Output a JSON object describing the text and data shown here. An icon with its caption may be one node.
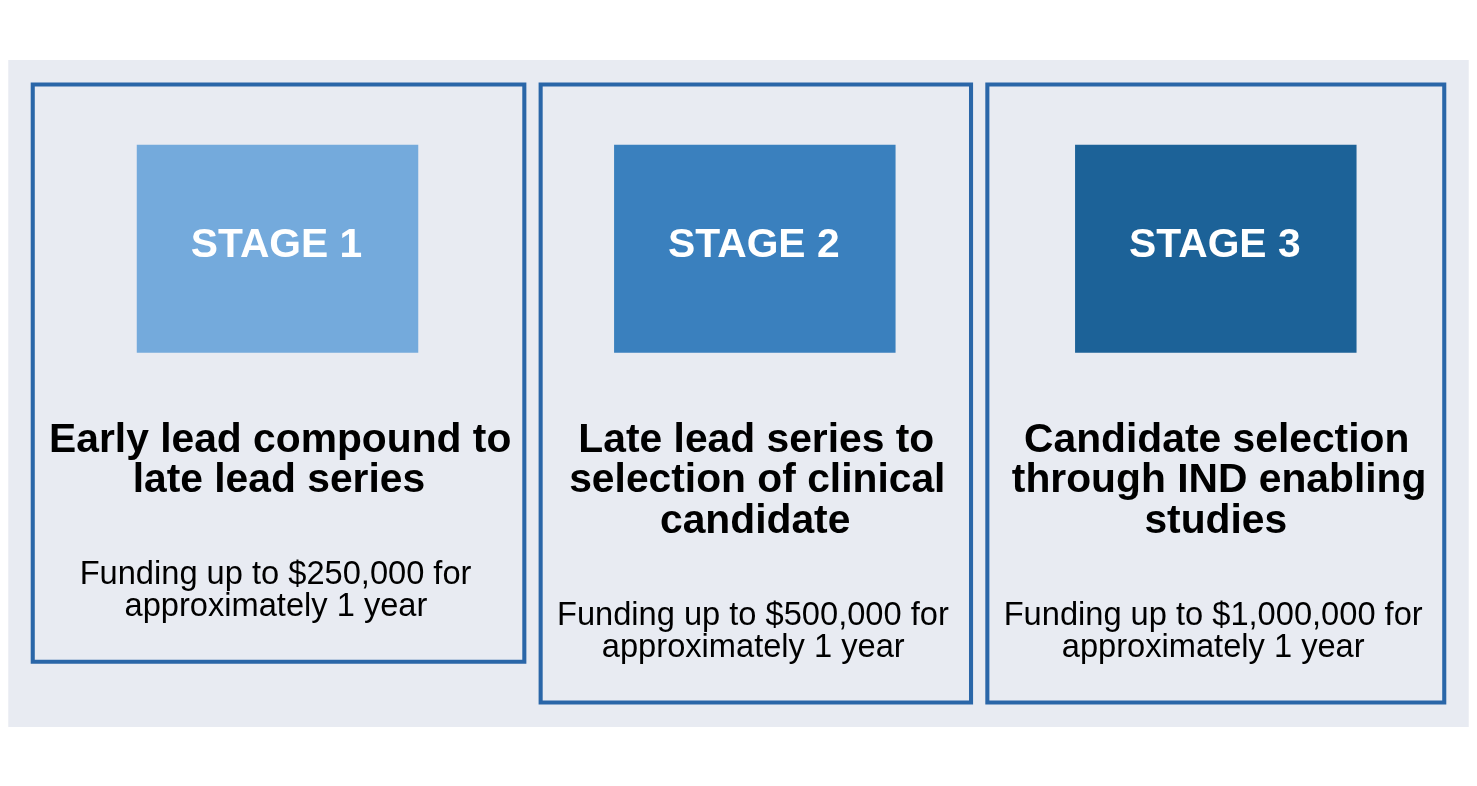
{
  "diagram": {
    "nodes": [
      {
        "text": [
          "Early lead compound to late lead series",
          "Funding up to $250,000 for approximately 1 year"
        ]
      },
      {
        "text": [
          "STAGE 1"
        ],
        "in": 0
      },
      {
        "text": [
          "Late lead series to selection of clinical candidate",
          "Funding up to $500,000 for approximately 1 year"
        ]
      },
      {
        "text": [
          "STAGE 2"
        ],
        "in": 2
      },
      {
        "text": [
          "Candidate selection through IND enabling studies",
          "Funding up to $1,000,000 for approximately 1 year"
        ]
      },
      {
        "text": [
          "STAGE 3"
        ],
        "in": 4
      }
    ],
    "edges": []
  }
}
